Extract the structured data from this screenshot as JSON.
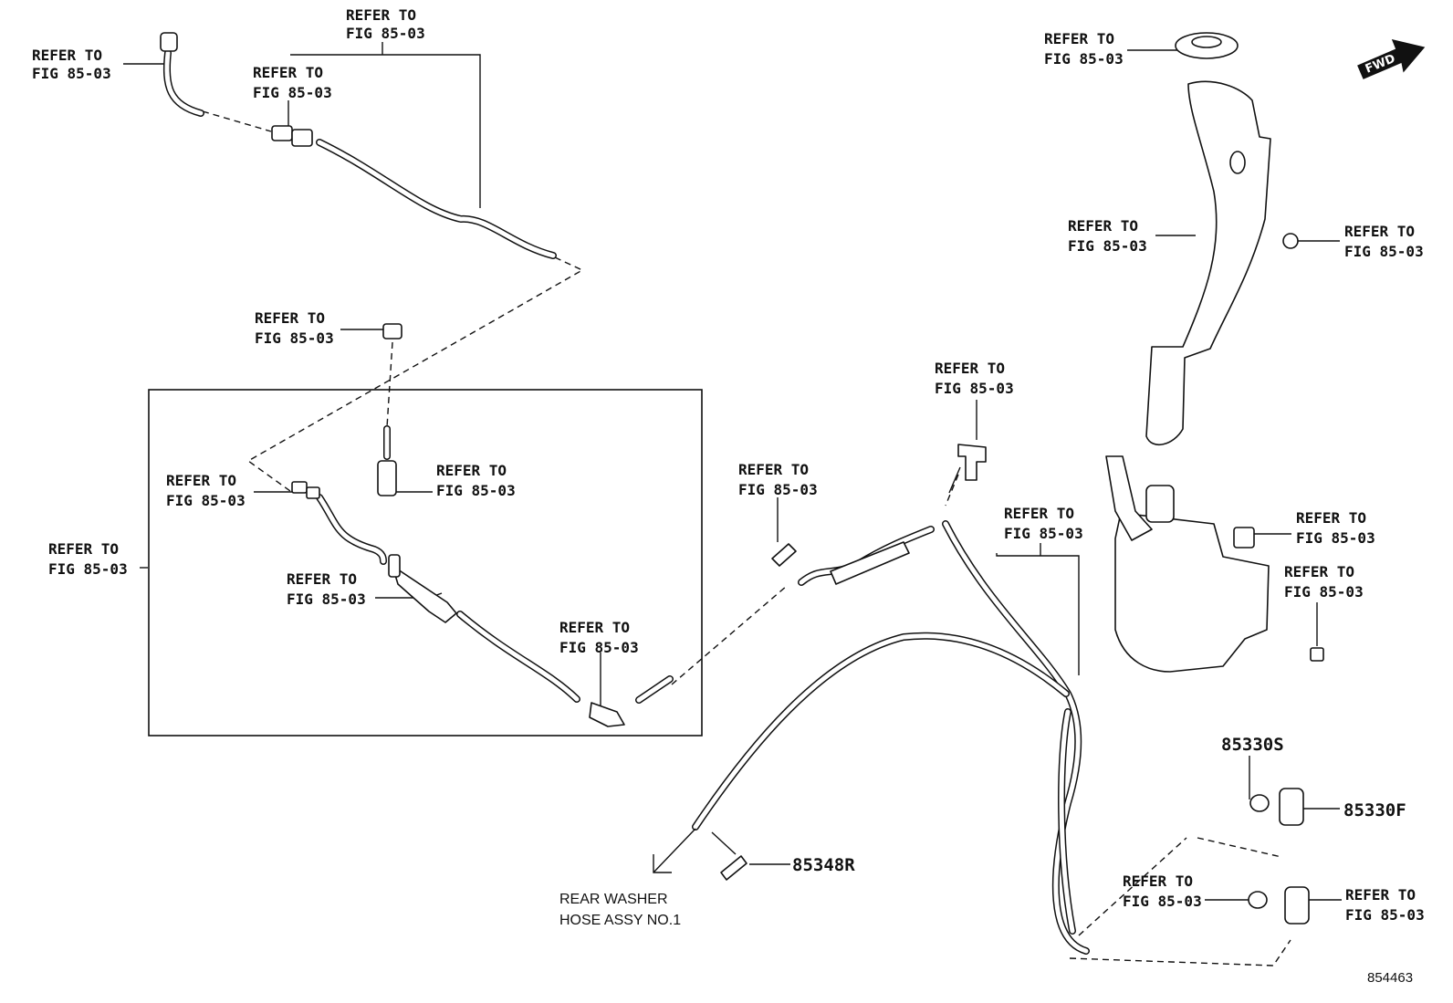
{
  "refer_text": {
    "line1": "REFER TO",
    "line2": "FIG 85-03"
  },
  "part_numbers": {
    "p85330S": "85330S",
    "p85330F": "85330F",
    "p85348R": "85348R"
  },
  "rear_hose": {
    "line1": "REAR WASHER",
    "line2": "HOSE ASSY NO.1"
  },
  "fwd": "FWD",
  "illustration_id": "854463"
}
